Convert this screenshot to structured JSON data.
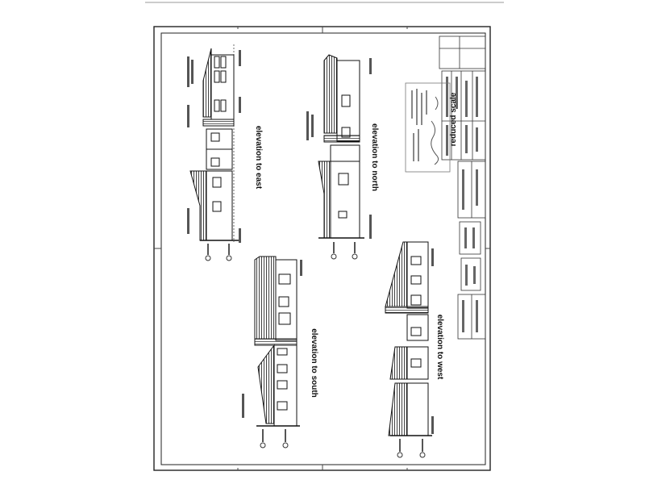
{
  "drawing": {
    "elevations": {
      "east": "elevation to east",
      "north": "elevation to north",
      "south": "elevation to south",
      "west": "elevation to west"
    },
    "title_block": {
      "scale_note": "reduced scale"
    }
  }
}
